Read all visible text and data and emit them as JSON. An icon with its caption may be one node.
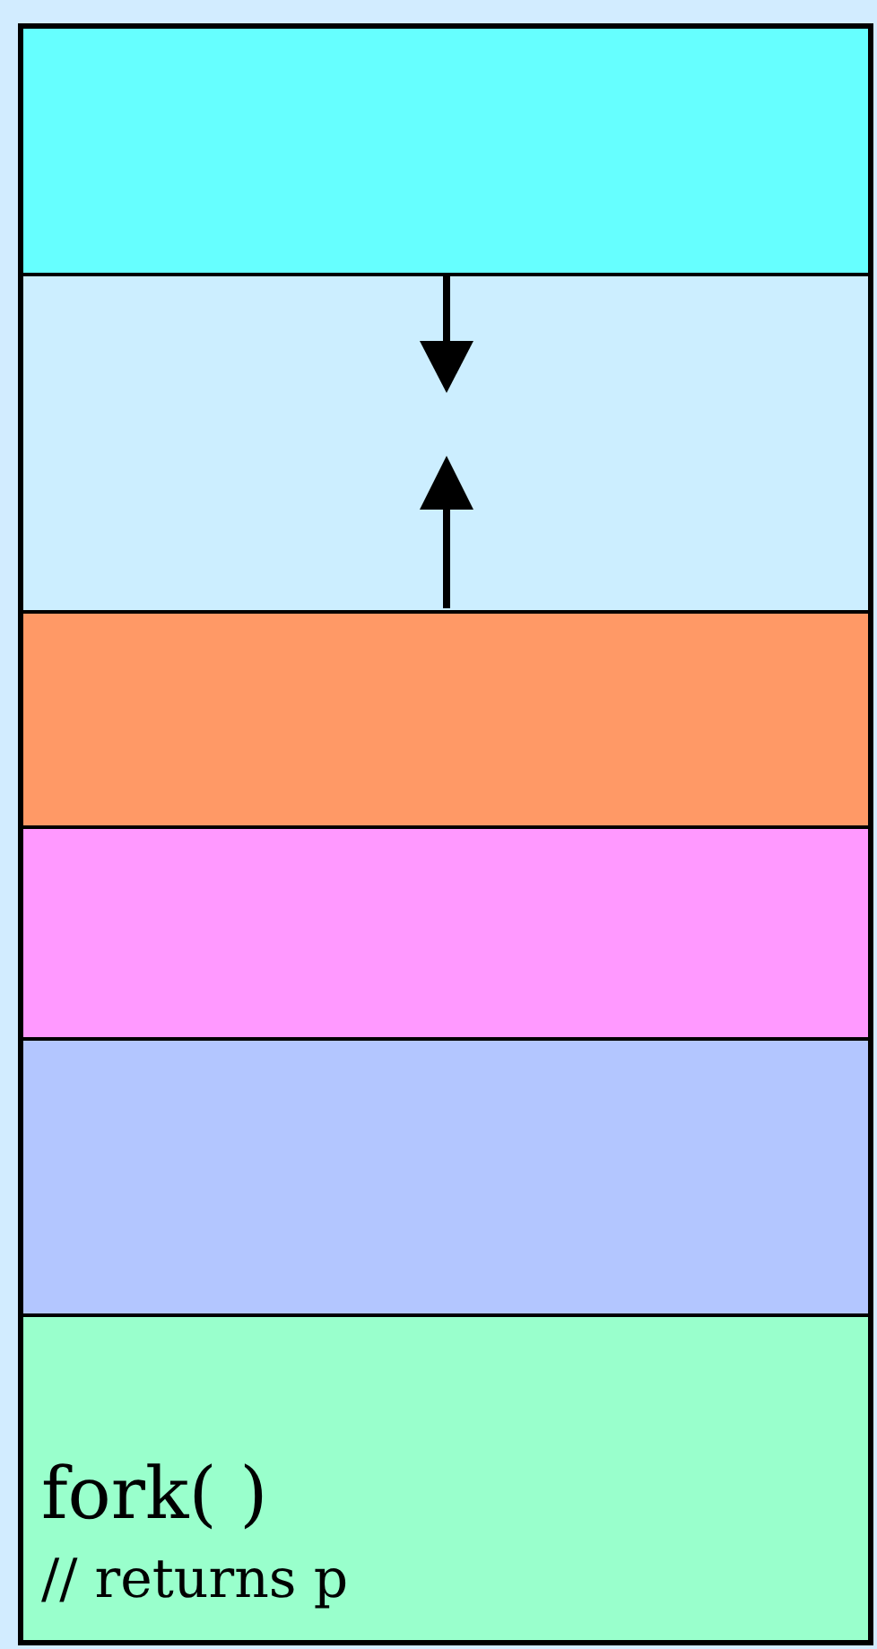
{
  "diagram": {
    "nodes": [
      {
        "text": [],
        "shape": "box"
      },
      {
        "text": [],
        "shape": "box"
      },
      {
        "text": [],
        "shape": "box"
      },
      {
        "text": [],
        "shape": "box"
      },
      {
        "text": [],
        "shape": "box"
      },
      {
        "text": [
          "fork( )",
          "// returns p"
        ]
      }
    ]
  }
}
